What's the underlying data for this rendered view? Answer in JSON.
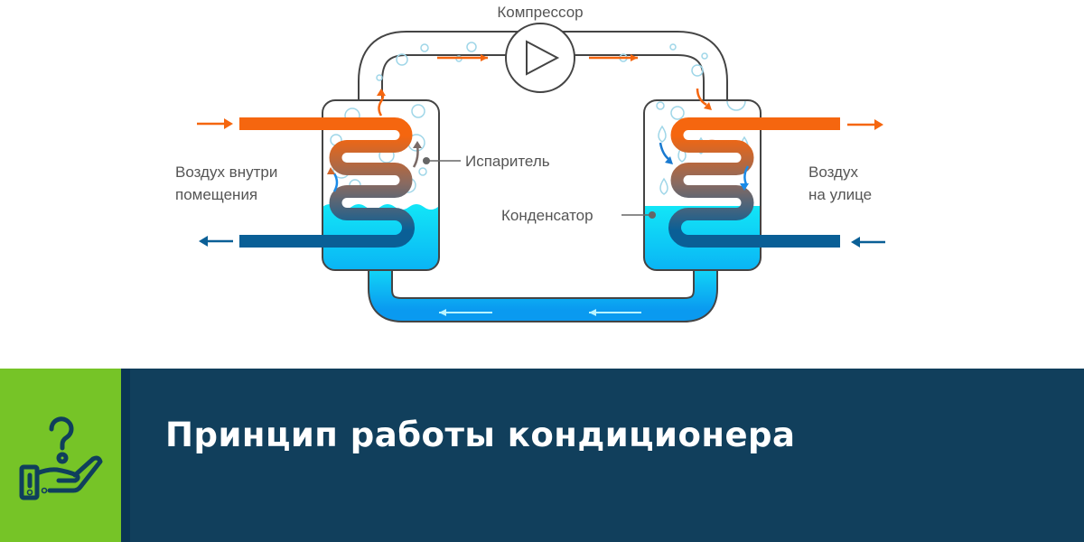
{
  "diagram": {
    "compressor_label": "Компрессор",
    "evaporator_label": "Испаритель",
    "condenser_label": "Конденсатор",
    "indoor_air_line1": "Воздух внутри",
    "indoor_air_line2": "помещения",
    "outdoor_air_line1": "Воздух",
    "outdoor_air_line2": "на улице"
  },
  "banner": {
    "title": "Принцип работы кондиционера",
    "icon": "hand-question-icon"
  },
  "colors": {
    "hot": "#f5660f",
    "cold": "#0a5f96",
    "liquid": "#10d8f5",
    "green": "#76c427",
    "navy": "#113f5c"
  }
}
